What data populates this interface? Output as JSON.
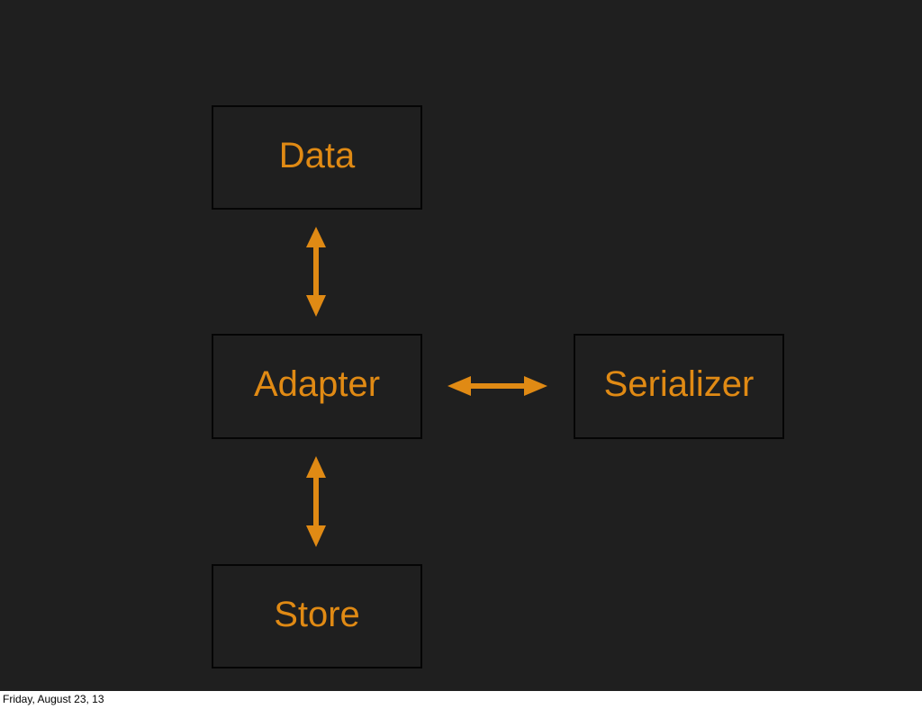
{
  "diagram": {
    "nodes": [
      {
        "id": "data",
        "label": "Data"
      },
      {
        "id": "adapter",
        "label": "Adapter"
      },
      {
        "id": "serializer",
        "label": "Serializer"
      },
      {
        "id": "store",
        "label": "Store"
      }
    ],
    "edges": [
      {
        "from": "data",
        "to": "adapter",
        "direction": "both"
      },
      {
        "from": "adapter",
        "to": "serializer",
        "direction": "both"
      },
      {
        "from": "adapter",
        "to": "store",
        "direction": "both"
      }
    ],
    "colors": {
      "background": "#1f1f1f",
      "accent": "#e08a14",
      "border": "#050505"
    }
  },
  "footer": {
    "date": "Friday, August 23, 13"
  }
}
